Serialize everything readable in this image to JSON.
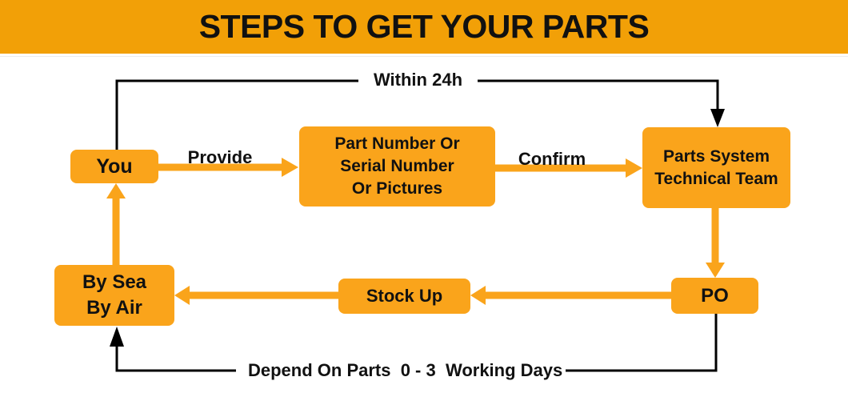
{
  "colors": {
    "header_bg": "#F2A007",
    "node_bg": "#FAA41B",
    "arrow": "#FAA41B",
    "line": "#000000",
    "text": "#111111",
    "canvas_bg": "#FFFFFF"
  },
  "header": {
    "title": "STEPS TO GET YOUR PARTS"
  },
  "nodes": {
    "you": {
      "label": "You"
    },
    "request": {
      "line1": "Part Number Or",
      "line2": "Serial Number",
      "line3": "Or Pictures"
    },
    "team": {
      "line1": "Parts System",
      "line2": "Technical Team"
    },
    "po": {
      "label": "PO"
    },
    "stock": {
      "label": "Stock Up"
    },
    "shipping": {
      "line1": "By Sea",
      "line2": "By Air"
    }
  },
  "edge_labels": {
    "provide": "Provide",
    "confirm": "Confirm",
    "within": "Within 24h",
    "depend": "Depend On Parts  0 - 3  Working Days"
  }
}
